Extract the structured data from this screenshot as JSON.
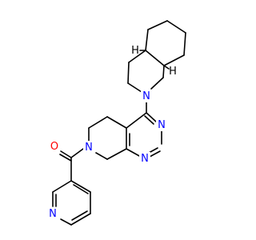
{
  "molecule": {
    "atoms": [
      {
        "id": "n_pyr",
        "label": "N",
        "color": "#0000ff"
      },
      {
        "id": "o_carbonyl",
        "label": "O",
        "color": "#ff0000"
      },
      {
        "id": "n_amide",
        "label": "N",
        "color": "#0000ff"
      },
      {
        "id": "n_ring_top",
        "label": "N",
        "color": "#0000ff"
      },
      {
        "id": "n_ring_bottom",
        "label": "N",
        "color": "#0000ff"
      },
      {
        "id": "n_iso",
        "label": "N",
        "color": "#0000ff"
      },
      {
        "id": "h_c4a",
        "label": "H",
        "color": "#000000"
      },
      {
        "id": "h_c8a",
        "label": "H",
        "color": "#000000"
      }
    ],
    "colors": {
      "bond": "#000000",
      "nitrogen": "#0000ff",
      "oxygen": "#ff0000",
      "background": "#ffffff"
    }
  }
}
